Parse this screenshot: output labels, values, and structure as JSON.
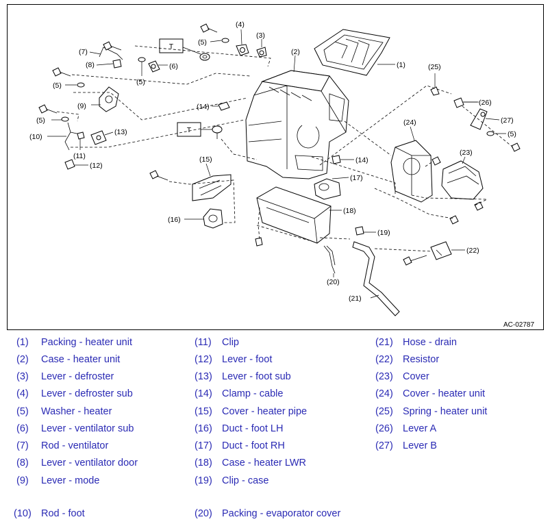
{
  "diagram": {
    "code": "AC-02787",
    "torque_mark": "T",
    "callouts": [
      "(1)",
      "(2)",
      "(3)",
      "(4)",
      "(5)",
      "(6)",
      "(7)",
      "(8)",
      "(9)",
      "(10)",
      "(11)",
      "(12)",
      "(13)",
      "(14)",
      "(15)",
      "(16)",
      "(17)",
      "(18)",
      "(19)",
      "(20)",
      "(21)",
      "(22)",
      "(23)",
      "(24)",
      "(25)",
      "(26)",
      "(27)"
    ]
  },
  "legend": {
    "columns": [
      [
        {
          "num": "(1)",
          "text": "Packing - heater unit"
        },
        {
          "num": "(2)",
          "text": "Case - heater unit"
        },
        {
          "num": "(3)",
          "text": "Lever - defroster"
        },
        {
          "num": "(4)",
          "text": "Lever - defroster sub"
        },
        {
          "num": "(5)",
          "text": "Washer - heater"
        },
        {
          "num": "(6)",
          "text": "Lever - ventilator sub"
        },
        {
          "num": "(7)",
          "text": "Rod - ventilator"
        },
        {
          "num": "(8)",
          "text": "Lever - ventilator door"
        },
        {
          "num": "(9)",
          "text": "Lever - mode"
        },
        {
          "num": "(10)",
          "text": "Rod - foot"
        }
      ],
      [
        {
          "num": "(11)",
          "text": "Clip"
        },
        {
          "num": "(12)",
          "text": "Lever - foot"
        },
        {
          "num": "(13)",
          "text": "Lever - foot sub"
        },
        {
          "num": "(14)",
          "text": "Clamp - cable"
        },
        {
          "num": "(15)",
          "text": "Cover - heater pipe"
        },
        {
          "num": "(16)",
          "text": "Duct - foot LH"
        },
        {
          "num": "(17)",
          "text": "Duct - foot RH"
        },
        {
          "num": "(18)",
          "text": "Case - heater LWR"
        },
        {
          "num": "(19)",
          "text": "Clip - case"
        },
        {
          "num": "(20)",
          "text": "Packing - evaporator cover"
        }
      ],
      [
        {
          "num": "(21)",
          "text": "Hose - drain"
        },
        {
          "num": "(22)",
          "text": "Resistor"
        },
        {
          "num": "(23)",
          "text": "Cover"
        },
        {
          "num": "(24)",
          "text": "Cover - heater unit"
        },
        {
          "num": "(25)",
          "text": "Spring - heater unit"
        },
        {
          "num": "(26)",
          "text": "Lever A"
        },
        {
          "num": "(27)",
          "text": "Lever B"
        }
      ]
    ]
  }
}
